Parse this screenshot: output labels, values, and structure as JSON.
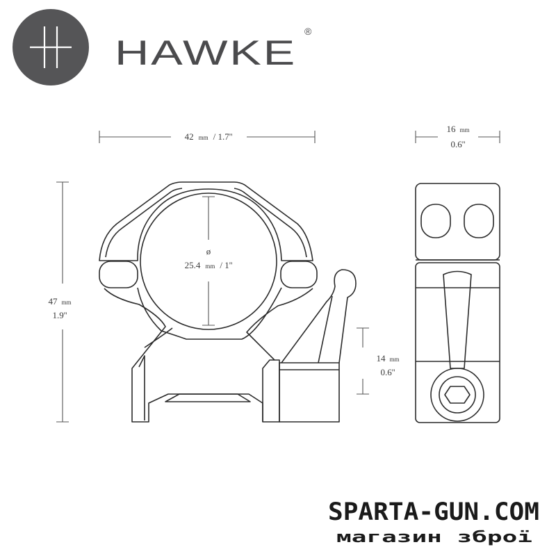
{
  "brand": {
    "name": "HAWKE",
    "registered": "®"
  },
  "dimensions": {
    "width": {
      "value": "42",
      "unit": "mm",
      "imperial": "/ 1.7''"
    },
    "tube": {
      "symbol": "ø",
      "value": "25.4",
      "unit": "mm",
      "imperial": "/ 1''"
    },
    "height": {
      "value": "47",
      "unit": "mm",
      "imperial": "1.9''"
    },
    "ring_width": {
      "value": "16",
      "unit": "mm",
      "imperial": "0.6''"
    },
    "base": {
      "value": "14",
      "unit": "mm",
      "imperial": "0.6''"
    }
  },
  "watermark": {
    "site": "SPARTA-GUN.COM",
    "tagline": "магазин зброї"
  },
  "colors": {
    "logo_circle": "#555557",
    "line": "#2a2a2a",
    "dim_line": "#555555"
  }
}
